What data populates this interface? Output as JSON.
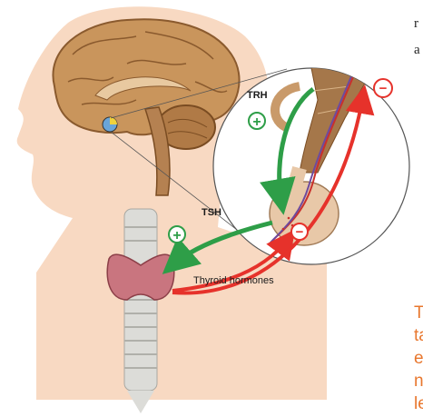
{
  "labels": {
    "trh": "TRH",
    "tsh": "TSH",
    "thyroid_hormones": "Thyroid hormones",
    "plus": "+",
    "minus": "−"
  },
  "side_text": {
    "top_right_1": "r",
    "top_right_2": "a",
    "orange_lines": [
      "T",
      "ta",
      "e",
      "n",
      "le"
    ]
  },
  "colors": {
    "stimulate": "#2e9e48",
    "inhibit": "#e6322b",
    "skin": "#f8d9c2",
    "brain": "#c9955c",
    "thyroid": "#c9757f",
    "side_text": "#e8772e"
  }
}
